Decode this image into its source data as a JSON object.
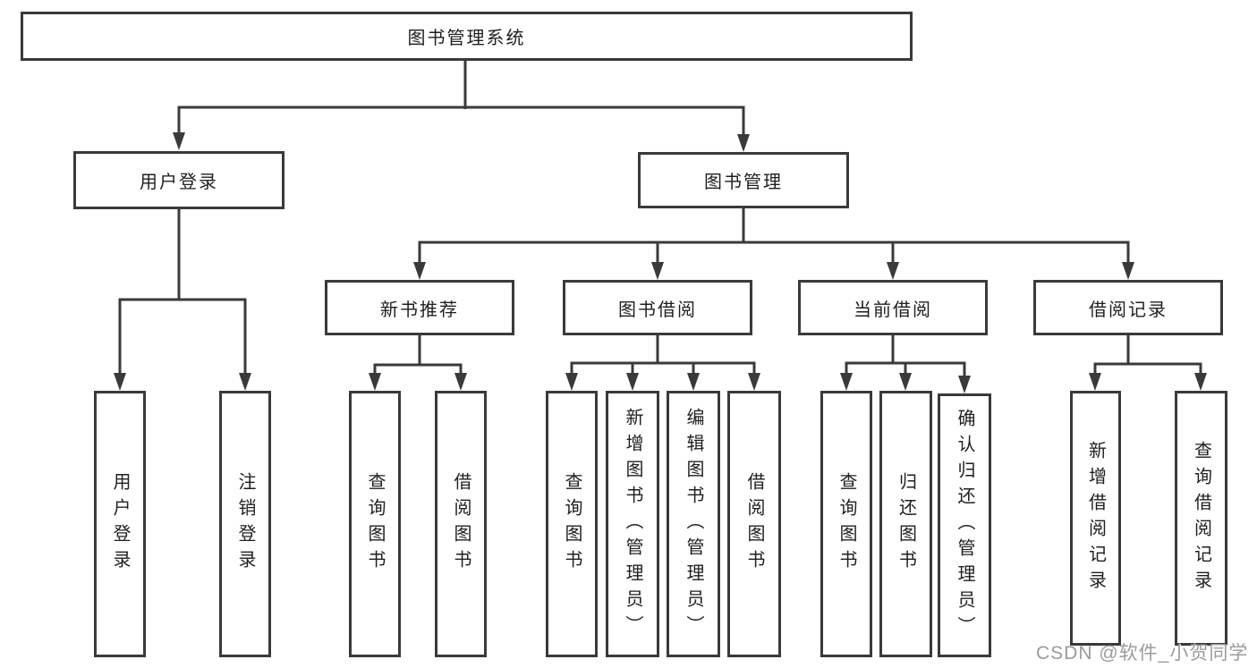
{
  "tree": {
    "root": "图书管理系统",
    "branches": {
      "user_login": "用户登录",
      "book_mgmt": "图书管理"
    },
    "modules": [
      "新书推荐",
      "图书借阅",
      "当前借阅",
      "借阅记录"
    ],
    "leaves": {
      "user_login": [
        "用户登录",
        "注销登录"
      ],
      "new_books": [
        "查询图书",
        "借阅图书"
      ],
      "book_borrow": [
        "查询图书",
        "新增图书（管理员）",
        "编辑图书（管理员）",
        "借阅图书"
      ],
      "current_borrow": [
        "查询图书",
        "归还图书",
        "确认归还（管理员）"
      ],
      "borrow_records": [
        "新增借阅记录",
        "查询借阅记录"
      ]
    }
  },
  "watermark": "CSDN @软件_小贺同学",
  "colors": {
    "line": "#3a3a3a",
    "text": "#1f1f1f",
    "watermark": "#9b9b9b",
    "background": "#ffffff"
  }
}
